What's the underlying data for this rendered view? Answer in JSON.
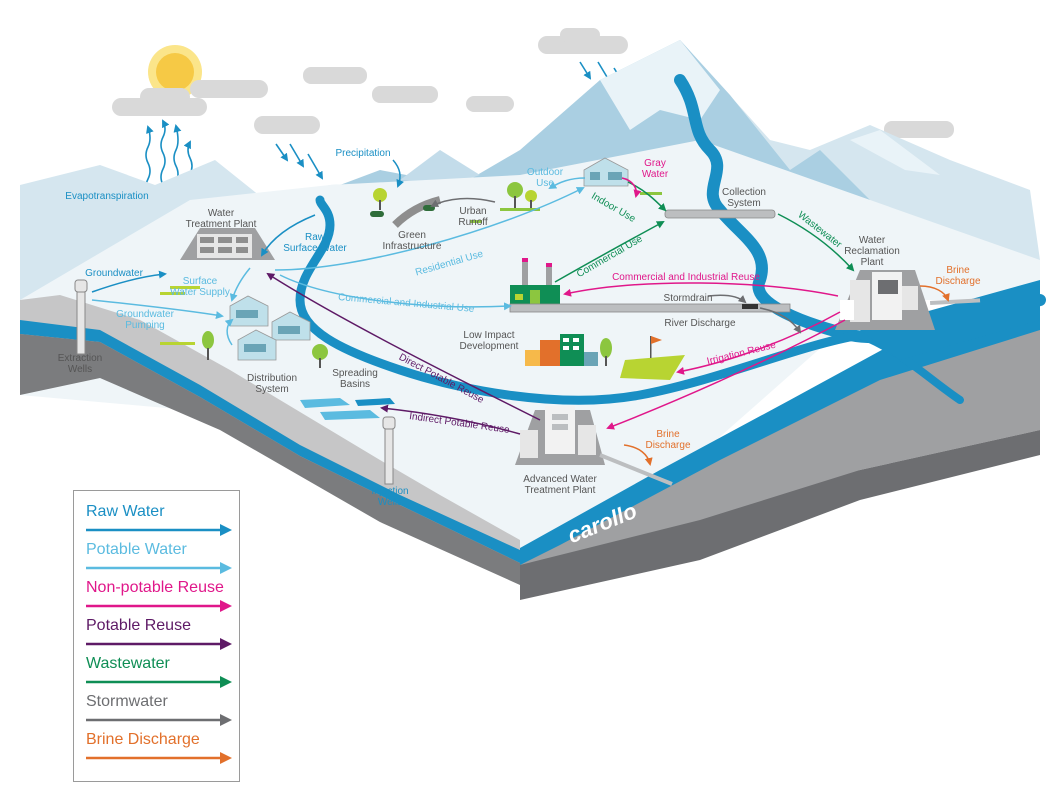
{
  "colors": {
    "raw_water": "#1a8fc4",
    "potable_water": "#5bbbe0",
    "non_potable_reuse": "#e0178a",
    "potable_reuse": "#5e1a66",
    "wastewater": "#0f8e55",
    "stormwater": "#6d6e71",
    "brine_discharge": "#e2702b",
    "label_text": "#555555",
    "river": "#1a8fc4"
  },
  "labels": {
    "evapotranspiration": "Evapotranspiration",
    "precipitation": "Precipitation",
    "water_treatment_plant": [
      "Water",
      "Treatment Plant"
    ],
    "raw_surface_water": [
      "Raw",
      "Surface Water"
    ],
    "green_infrastructure": [
      "Green",
      "Infrastructure"
    ],
    "urban_runoff": [
      "Urban",
      "Runoff"
    ],
    "outdoor_use": [
      "Outdoor",
      "Use"
    ],
    "gray_water": [
      "Gray",
      "Water"
    ],
    "indoor_use": "Indoor Use",
    "collection_system": [
      "Collection",
      "System"
    ],
    "wastewater_flow": "Wastewater",
    "water_reclamation_plant": [
      "Water",
      "Reclamation",
      "Plant"
    ],
    "brine_discharge_top": [
      "Brine",
      "Discharge"
    ],
    "groundwater": "Groundwater",
    "surface_water_supply": [
      "Surface",
      "Water Supply"
    ],
    "residential_use": "Residential Use",
    "commercial_use": "Commercial Use",
    "commercial_industrial_reuse": "Commercial and Industrial Reuse",
    "commercial_industrial_use": "Commercial and Industrial Use",
    "stormdrain": "Stormdrain",
    "river_discharge": "River Discharge",
    "groundwater_pumping": [
      "Groundwater",
      "Pumping"
    ],
    "extraction_wells": [
      "Extraction",
      "Wells"
    ],
    "low_impact_development": [
      "Low Impact",
      "Development"
    ],
    "irrigation_reuse": "Irrigation Reuse",
    "distribution_system": [
      "Distribution",
      "System"
    ],
    "spreading_basins": [
      "Spreading",
      "Basins"
    ],
    "direct_potable_reuse": "Direct Potable Reuse",
    "indirect_potable_reuse": "Indirect Potable Reuse",
    "brine_discharge_bottom": [
      "Brine",
      "Discharge"
    ],
    "injection_wells": [
      "Injection",
      "Wells"
    ],
    "advanced_water_treatment_plant": [
      "Advanced Water",
      "Treatment Plant"
    ],
    "logo": "carollo"
  },
  "legend": [
    {
      "label": "Raw Water",
      "color_key": "raw_water"
    },
    {
      "label": "Potable Water",
      "color_key": "potable_water"
    },
    {
      "label": "Non-potable Reuse",
      "color_key": "non_potable_reuse"
    },
    {
      "label": "Potable Reuse",
      "color_key": "potable_reuse"
    },
    {
      "label": "Wastewater",
      "color_key": "wastewater"
    },
    {
      "label": "Stormwater",
      "color_key": "stormwater"
    },
    {
      "label": "Brine Discharge",
      "color_key": "brine_discharge"
    }
  ]
}
